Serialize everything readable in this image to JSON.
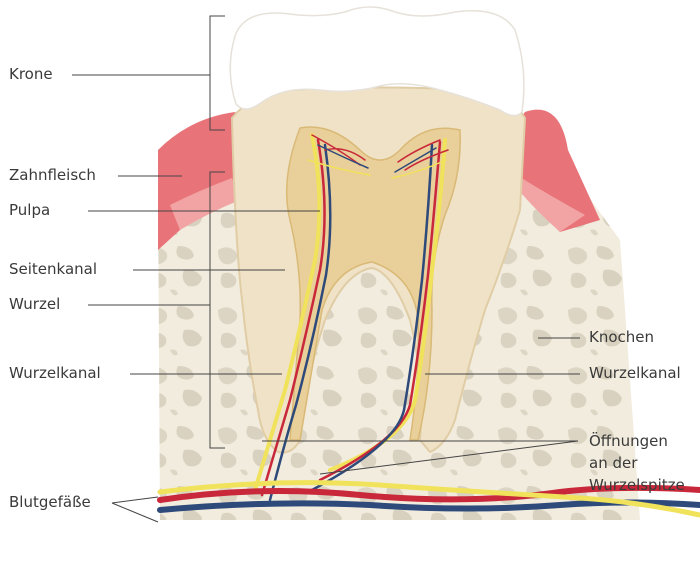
{
  "diagram": {
    "labels": {
      "krone": "Krone",
      "zahnfleisch": "Zahnfleisch",
      "pulpa": "Pulpa",
      "seitenkanal": "Seitenkanal",
      "wurzel": "Wurzel",
      "wurzelkanal_left": "Wurzelkanal",
      "blutgefaesse": "Blutgefäße",
      "knochen": "Knochen",
      "wurzelkanal_right": "Wurzelkanal",
      "oeffnungen": "Öffnungen\nan der\nWurzelspitze"
    },
    "colors": {
      "gum": "#e8747a",
      "bone": "#efe9da",
      "enamel": "#ffffff",
      "dentin": "#f0e2c6",
      "pulp": "#e9cf9a",
      "artery": "#c8283a",
      "vein": "#2e4a7a",
      "nerve": "#f0e25a",
      "leader": "#444444"
    }
  }
}
